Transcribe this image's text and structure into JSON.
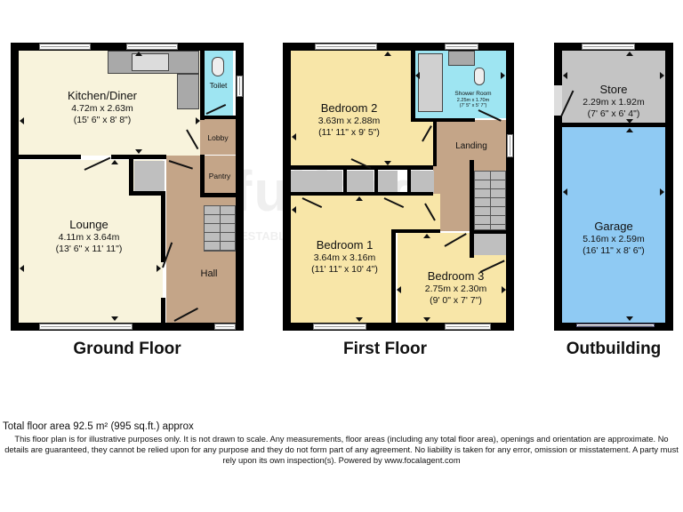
{
  "watermark": {
    "brand": "fulfords",
    "tagline": "ESTABLISHED 1863"
  },
  "colors": {
    "wall": "#000000",
    "living": "#f8f3dc",
    "bedroom": "#f8e6a8",
    "circulation": "#c4a588",
    "wet_room": "#9ee5f2",
    "storage": "#bfbfbf",
    "garage": "#8fcaf3"
  },
  "floors": [
    {
      "title": "Ground Floor",
      "rooms": [
        {
          "name": "Kitchen/Diner",
          "metric": "4.72m x 2.63m",
          "imperial": "(15' 6\" x 8' 8\")"
        },
        {
          "name": "Lounge",
          "metric": "4.11m x 3.64m",
          "imperial": "(13' 6\" x 11' 11\")"
        },
        {
          "name": "Toilet"
        },
        {
          "name": "Lobby"
        },
        {
          "name": "Pantry"
        },
        {
          "name": "Hall"
        }
      ]
    },
    {
      "title": "First Floor",
      "rooms": [
        {
          "name": "Bedroom 2",
          "metric": "3.63m x 2.88m",
          "imperial": "(11' 11\" x 9' 5\")"
        },
        {
          "name": "Shower Room",
          "metric": "2.25m x 1.70m",
          "imperial": "(7' 5\" x 5' 7\")"
        },
        {
          "name": "Landing"
        },
        {
          "name": "Bedroom 1",
          "metric": "3.64m x 3.16m",
          "imperial": "(11' 11\" x 10' 4\")"
        },
        {
          "name": "Bedroom 3",
          "metric": "2.75m x 2.30m",
          "imperial": "(9' 0\" x 7' 7\")"
        }
      ]
    },
    {
      "title": "Outbuilding",
      "rooms": [
        {
          "name": "Store",
          "metric": "2.29m x 1.92m",
          "imperial": "(7' 6\" x 6' 4\")"
        },
        {
          "name": "Garage",
          "metric": "5.16m x 2.59m",
          "imperial": "(16' 11\" x 8' 6\")"
        }
      ]
    }
  ],
  "footer": {
    "total_area": "Total floor area 92.5 m² (995 sq.ft.) approx",
    "disclaimer": "This floor plan is for illustrative purposes only. It is not drawn to scale. Any measurements, floor areas (including any total floor area), openings and orientation are approximate. No details are guaranteed, they cannot be relied upon for any purpose and they do not form part of any agreement. No liability is taken for any error, omission or misstatement. A party must rely upon its own inspection(s). Powered by www.focalagent.com"
  }
}
